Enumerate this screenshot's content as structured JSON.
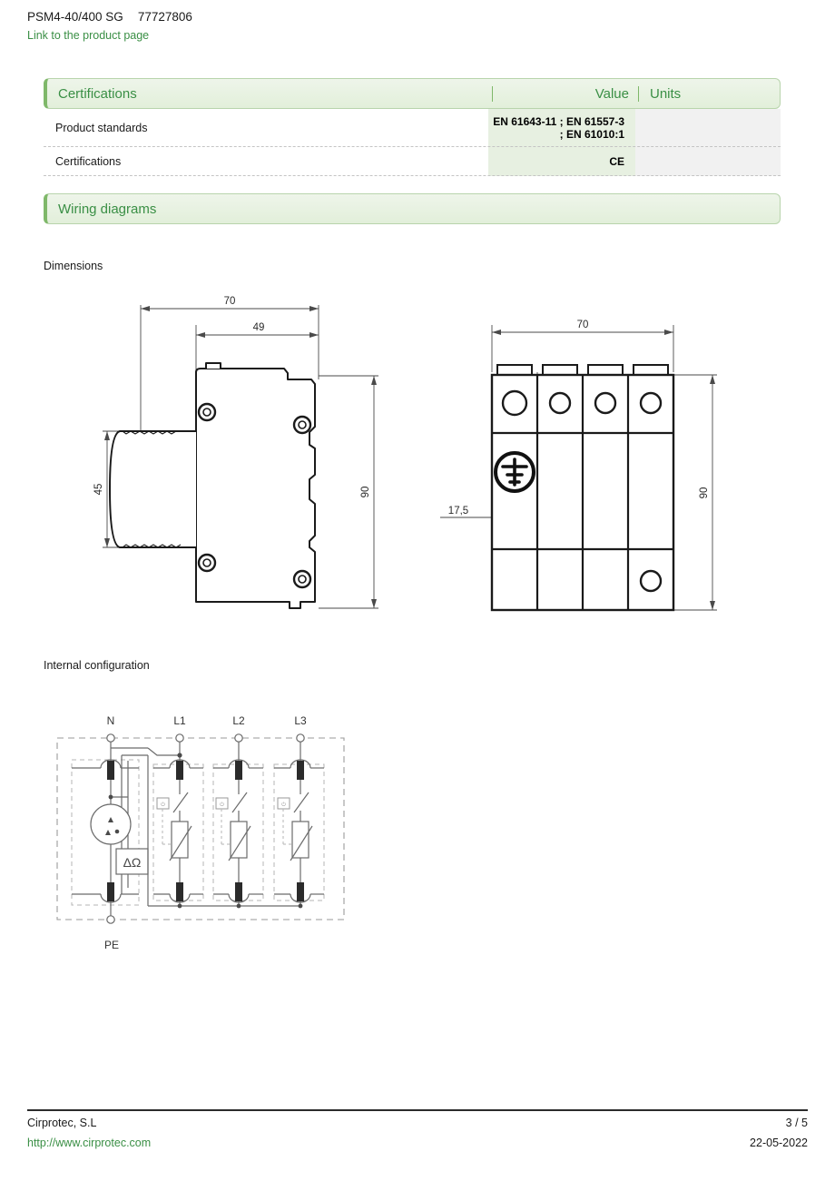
{
  "header": {
    "model": "PSM4-40/400 SG",
    "reference": "77727806",
    "product_link": "Link to the product page"
  },
  "spec_table": {
    "columns": {
      "name": "Certifications",
      "value": "Value",
      "units": "Units"
    },
    "rows": [
      {
        "name": "Product standards",
        "value": "EN 61643-11 ; EN 61557-3 ; EN 61010:1",
        "units": ""
      },
      {
        "name": "Certifications",
        "value": "CE",
        "units": ""
      }
    ]
  },
  "wiring_section": {
    "band_title": "Wiring diagrams",
    "dimensions_label": "Dimensions",
    "internal_label": "Internal configuration"
  },
  "side_view": {
    "dim_width_total": "70",
    "dim_width_inner": "49",
    "dim_height_front": "45",
    "dim_height_total": "90"
  },
  "front_view": {
    "dim_width_total": "70",
    "dim_module_pitch": "17,5",
    "dim_height_total": "90",
    "module_count": 4,
    "earth_symbol": "earth-ground-icon"
  },
  "schematic": {
    "top_terminals": [
      "N",
      "L1",
      "L2",
      "L3"
    ],
    "bottom_terminal": "PE",
    "neutral_components": [
      "spark-gap",
      "delta-omega"
    ],
    "delta_omega_label": "ΔΩ",
    "line_components": [
      "thermal-disconnector",
      "varistor"
    ]
  },
  "footer": {
    "company": "Cirprotec, S.L",
    "website": "http://www.cirprotec.com",
    "page": "3 / 5",
    "date": "22-05-2022"
  },
  "colors": {
    "accent_green": "#3a8f45",
    "band_border": "#b8d4ac",
    "band_accent": "#7fb86a",
    "value_col_bg": "#e7f0e1",
    "units_col_bg": "#f1f1f1"
  }
}
